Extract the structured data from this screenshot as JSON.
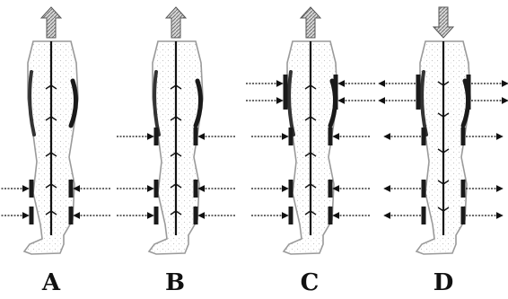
{
  "figure": {
    "panels": [
      {
        "label": "A",
        "top_arrow": "up",
        "vessel_flow": "up",
        "compression": [
          {
            "level": "calf-upper",
            "direction": "inward"
          },
          {
            "level": "calf-lower",
            "direction": "inward"
          }
        ]
      },
      {
        "label": "B",
        "top_arrow": "up",
        "vessel_flow": "up",
        "compression": [
          {
            "level": "knee",
            "direction": "inward"
          },
          {
            "level": "calf-upper",
            "direction": "inward"
          },
          {
            "level": "calf-lower",
            "direction": "inward"
          }
        ]
      },
      {
        "label": "C",
        "top_arrow": "up",
        "vessel_flow": "up",
        "compression": [
          {
            "level": "thigh-upper",
            "direction": "inward"
          },
          {
            "level": "thigh-mid",
            "direction": "inward"
          },
          {
            "level": "knee",
            "direction": "inward"
          },
          {
            "level": "calf-upper",
            "direction": "inward"
          },
          {
            "level": "calf-lower",
            "direction": "inward"
          }
        ]
      },
      {
        "label": "D",
        "top_arrow": "down",
        "vessel_flow": "down",
        "compression": [
          {
            "level": "thigh-upper",
            "direction": "outward"
          },
          {
            "level": "thigh-mid",
            "direction": "outward"
          },
          {
            "level": "knee",
            "direction": "outward"
          },
          {
            "level": "calf-upper",
            "direction": "outward"
          },
          {
            "level": "calf-lower",
            "direction": "outward"
          }
        ]
      }
    ],
    "colors": {
      "ink": "#111111",
      "outline": "#9a9a9a",
      "hatch": "#777777",
      "cuff": "#1a1a1a"
    }
  }
}
